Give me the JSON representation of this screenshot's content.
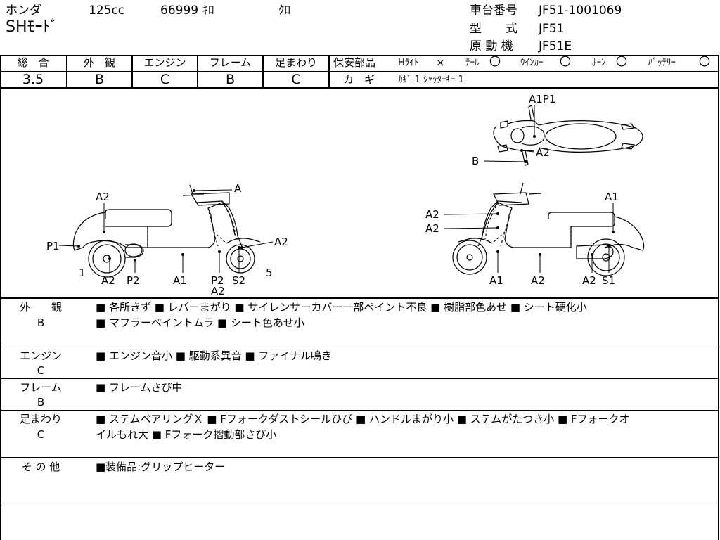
{
  "header": {
    "maker": "ホンダ",
    "displacement": "125cc",
    "mileage": "66999 ｷﾛ",
    "color": "ｸﾛ",
    "model_name": "SHﾓｰﾄﾞ",
    "frame_no_label": "車台番号",
    "frame_no": "JF51-1001069",
    "type_label": "型　　式",
    "type": "JF51",
    "engine_label": "原 動 機",
    "engine": "JF51E"
  },
  "grades": {
    "headers": [
      "総　合",
      "外　観",
      "エンジン",
      "フレーム",
      "足まわり"
    ],
    "values": [
      "3.5",
      "B",
      "C",
      "B",
      "C"
    ]
  },
  "safety": {
    "title": "保安部品",
    "items": [
      {
        "name": "Hﾗｲﾄ",
        "mark": "×"
      },
      {
        "name": "ﾃｰﾙ",
        "mark": "〇"
      },
      {
        "name": "ｳｲﾝｶｰ",
        "mark": "〇"
      },
      {
        "name": "ﾎｰﾝ",
        "mark": "〇"
      },
      {
        "name": "ﾊﾞｯﾃﾘｰ",
        "mark": "〇"
      }
    ],
    "key_label": "カ　ギ",
    "key_value": "ｶｷﾞ 1 ｼｬｯﾀｰｷｰ 1"
  },
  "diagram": {
    "top": {
      "a1p1": "A1P1",
      "a2": "A2",
      "b": "B"
    },
    "left": {
      "a": "A",
      "a2_top": "A2",
      "p1": "P1",
      "a2_right": "A2",
      "one": "1",
      "five": "5",
      "b_a2": "A2",
      "b_p2": "P2",
      "b_a1": "A1",
      "b_p2b": "P2",
      "b_s2": "S2",
      "b_a2b": "A2"
    },
    "right": {
      "a2_1": "A2",
      "a2_2": "A2",
      "a1_top": "A1",
      "b_a1": "A1",
      "b_a2": "A2",
      "b_a2b": "A2",
      "b_s1": "S1"
    }
  },
  "notes": [
    {
      "label": "外　　観",
      "grade": "B",
      "text": "■ 各所きず ■ レバーまがり ■ サイレンサーカバー一部ペイント不良 ■ 樹脂部色あせ ■ シート硬化小",
      "text2": "■ マフラーペイントムラ ■ シート色あせ小"
    },
    {
      "label": "エンジン",
      "grade": "C",
      "text": "■ エンジン音小 ■ 駆動系異音 ■ ファイナル鳴き"
    },
    {
      "label": "フレーム",
      "grade": "B",
      "text": "■ フレームさび中"
    },
    {
      "label": "足まわり",
      "grade": "C",
      "text": "■ ステムベアリングＸ ■ Fフォークダストシールひび ■ ハンドルまがり小 ■ ステムがたつき小 ■ Fフォークオ",
      "text2": "イルもれ大 ■ Fフォーク摺動部さび小"
    },
    {
      "label": "そ の 他",
      "grade": "",
      "text": "■装備品:グリップヒーター"
    }
  ]
}
